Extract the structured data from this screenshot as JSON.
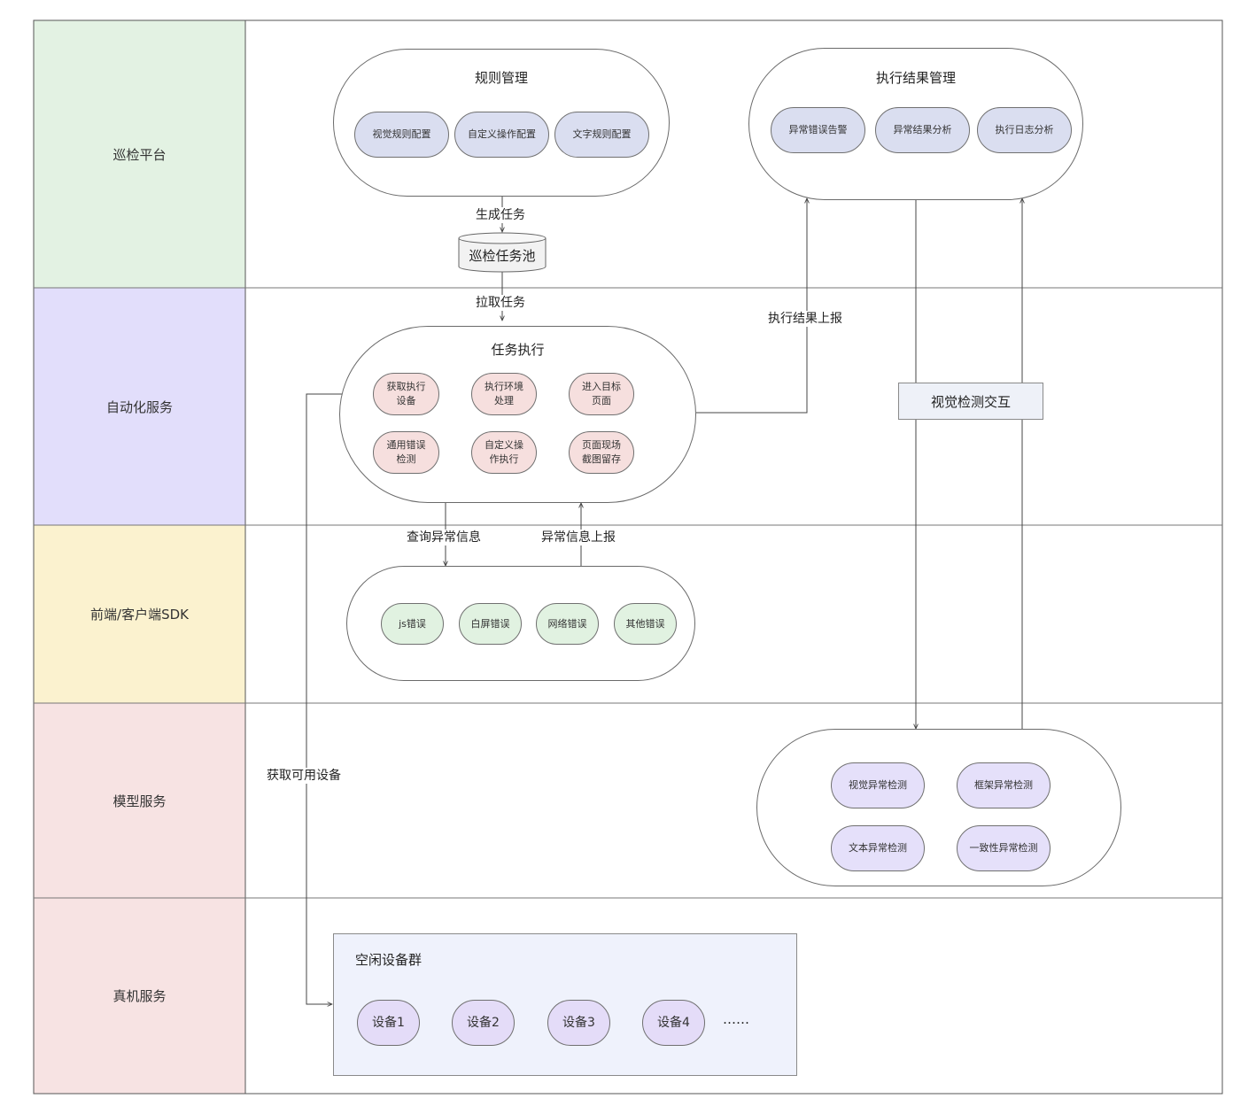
{
  "lanes": {
    "patrol_platform": "巡检平台",
    "automation_service": "自动化服务",
    "client_sdk": "前端/客户端SDK",
    "model_service": "模型服务",
    "device_service": "真机服务"
  },
  "rule_management": {
    "title": "规则管理",
    "items": [
      "视觉规则配置",
      "自定义操作配置",
      "文字规则配置"
    ]
  },
  "result_management": {
    "title": "执行结果管理",
    "items": [
      "异常错误告警",
      "异常结果分析",
      "执行日志分析"
    ]
  },
  "task_pool": "巡检任务池",
  "task_execution": {
    "title": "任务执行",
    "steps": [
      "获取执行\n设备",
      "执行环境\n处理",
      "进入目标\n页面",
      "页面现场\n截图留存",
      "自定义操\n作执行",
      "通用错误\n检测"
    ]
  },
  "sdk_errors": [
    "js错误",
    "白屏错误",
    "网络错误",
    "其他错误"
  ],
  "model_detections": [
    "视觉异常检测",
    "框架异常检测",
    "文本异常检测",
    "一致性异常检测"
  ],
  "visual_interaction": "视觉检测交互",
  "idle_devices": {
    "title": "空闲设备群",
    "devices": [
      "设备1",
      "设备2",
      "设备3",
      "设备4"
    ],
    "more": "……"
  },
  "edges": {
    "generate_task": "生成任务",
    "pull_task": "拉取任务",
    "report_result": "执行结果上报",
    "query_exception": "查询异常信息",
    "report_exception": "异常信息上报",
    "get_device": "获取可用设备"
  },
  "colors": {
    "patrol_platform": "#e3f2e3",
    "automation_service": "#e2defb",
    "client_sdk": "#fbf2cf",
    "model_service": "#f7e3e3",
    "device_service": "#f7e3e3"
  }
}
